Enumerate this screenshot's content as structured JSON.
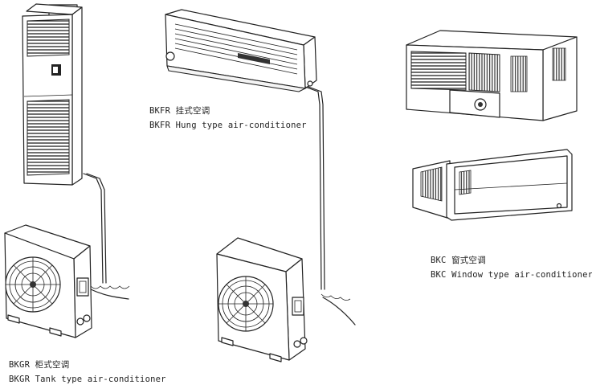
{
  "products": [
    {
      "code": "BKGR",
      "name_cn": "柜式空调",
      "name_en": "Tank type air-conditioner"
    },
    {
      "code": "BKFR",
      "name_cn": "挂式空调",
      "name_en": "Hung type air-conditioner"
    },
    {
      "code": "BKC",
      "name_cn": "窗式空调",
      "name_en": "Window type air-conditioner"
    }
  ]
}
